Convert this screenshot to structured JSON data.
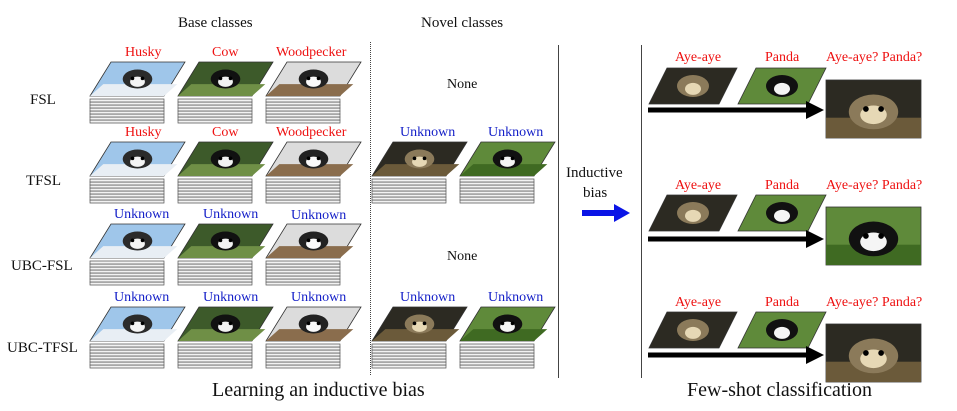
{
  "headers": {
    "base": "Base classes",
    "novel": "Novel classes"
  },
  "rows": [
    {
      "label": "FSL",
      "base_labels": [
        "Husky",
        "Cow",
        "Woodpecker"
      ],
      "base_color": "red",
      "novel": "None"
    },
    {
      "label": "TFSL",
      "base_labels": [
        "Husky",
        "Cow",
        "Woodpecker"
      ],
      "base_color": "red",
      "novel_labels": [
        "Unknown",
        "Unknown"
      ]
    },
    {
      "label": "UBC-FSL",
      "base_labels": [
        "Unknown",
        "Unknown",
        "Unknown"
      ],
      "base_color": "blue",
      "novel": "None"
    },
    {
      "label": "UBC-TFSL",
      "base_labels": [
        "Unknown",
        "Unknown",
        "Unknown"
      ],
      "base_color": "blue",
      "novel_labels": [
        "Unknown",
        "Unknown"
      ]
    }
  ],
  "inductive": {
    "line1": "Inductive",
    "line2": "bias"
  },
  "fewshot": [
    {
      "labels": [
        "Aye-aye",
        "Panda",
        "Aye-aye? Panda?"
      ],
      "query": "aye-aye"
    },
    {
      "labels": [
        "Aye-aye",
        "Panda",
        "Aye-aye? Panda?"
      ],
      "query": "panda"
    },
    {
      "labels": [
        "Aye-aye",
        "Panda",
        "Aye-aye? Panda?"
      ],
      "query": "aye-aye"
    }
  ],
  "captions": {
    "left": "Learning an inductive bias",
    "right": "Few-shot classification"
  },
  "colors": {
    "red": "#e11111",
    "blue": "#1520c8",
    "arrow_blue": "#0a14e6"
  }
}
